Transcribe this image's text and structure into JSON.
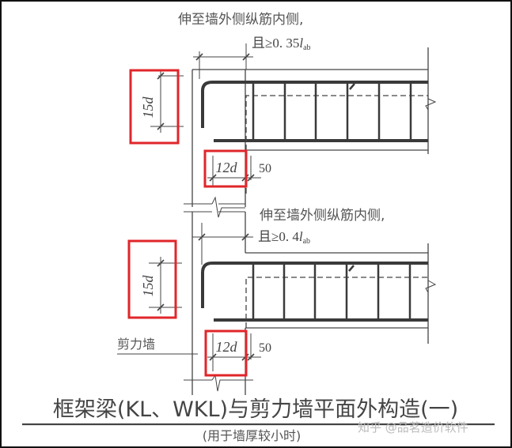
{
  "colors": {
    "line": "#444444",
    "rebar": "#3a3a3a",
    "highlight": "#e0262a",
    "watermark": "#bbbbbb"
  },
  "upper": {
    "note_line1": "伸至墙外侧纵筋内侧,",
    "note_line2_prefix": "且≥0. 35",
    "note_line2_var": "l",
    "note_line2_sub": "ab",
    "hook_dim": "15d",
    "wall_dim": "12d",
    "cover_dim": "50"
  },
  "lower": {
    "note_line1": "伸至墙外侧纵筋内侧,",
    "note_line2_prefix": "且≥0. 4",
    "note_line2_var": "l",
    "note_line2_sub": "ab",
    "hook_dim": "15d",
    "wall_dim": "12d",
    "cover_dim": "50",
    "wall_label": "剪力墙"
  },
  "caption": {
    "title": "框架梁(KL、WKL)与剪力墙平面外构造(一)",
    "subtitle": "(用于墙厚较小时)"
  },
  "watermark": "知乎 @品茗造价软件"
}
